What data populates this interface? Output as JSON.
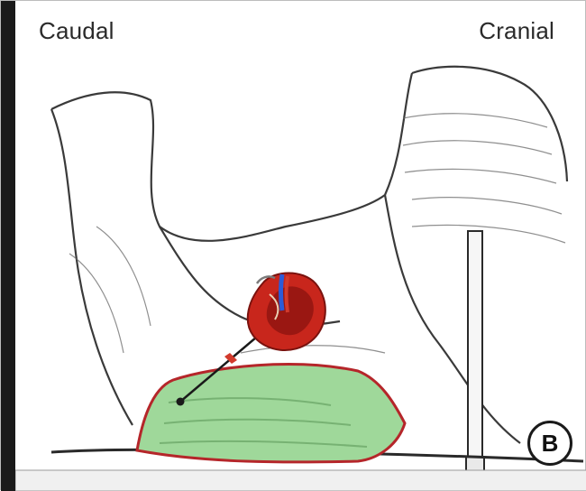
{
  "orientation": {
    "left_label": "Caudal",
    "right_label": "Cranial"
  },
  "panel_label": "B",
  "colors": {
    "kidney": "#c8261c",
    "kidney_medulla": "#8e1410",
    "vessels_blue": "#2c5bd8",
    "vessels_red": "#d23a2c",
    "organ_fill": "#9fd89a",
    "organ_outline": "#b5262a",
    "line": "#1a1a1a"
  },
  "icons": [
    "kidney-illustration",
    "trocar-line",
    "hollow-organ-region"
  ]
}
